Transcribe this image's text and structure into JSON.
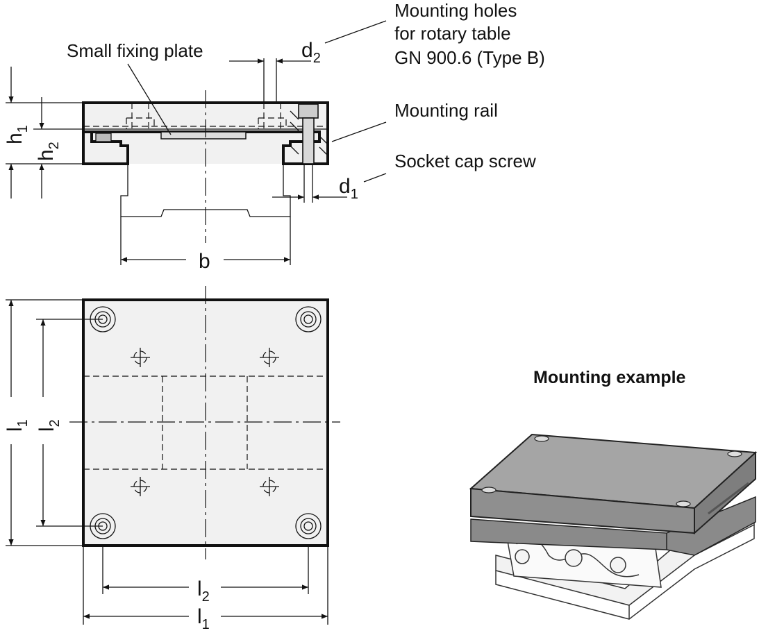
{
  "callouts": {
    "mounting_holes": [
      "Mounting holes",
      "for rotary table",
      "GN 900.6 (Type B)"
    ],
    "small_fixing_plate": "Small fixing plate",
    "mounting_rail": "Mounting rail",
    "socket_cap_screw": "Socket cap screw"
  },
  "dimensions": {
    "d2": {
      "main": "d",
      "sub": "2"
    },
    "d1": {
      "main": "d",
      "sub": "1"
    },
    "h1": {
      "main": "h",
      "sub": "1"
    },
    "h2": {
      "main": "h",
      "sub": "2"
    },
    "b": {
      "main": "b"
    },
    "l1_left": {
      "main": "l",
      "sub": "1"
    },
    "l2_left": {
      "main": "l",
      "sub": "2"
    },
    "l2_bottom": {
      "main": "l",
      "sub": "2"
    },
    "l1_bottom": {
      "main": "l",
      "sub": "1"
    }
  },
  "example": {
    "title": "Mounting example"
  },
  "colors": {
    "line": "#111111",
    "plate_fill": "#f1f1f1",
    "example_plate": "#8a8a8a",
    "example_rail": "#ececec"
  }
}
